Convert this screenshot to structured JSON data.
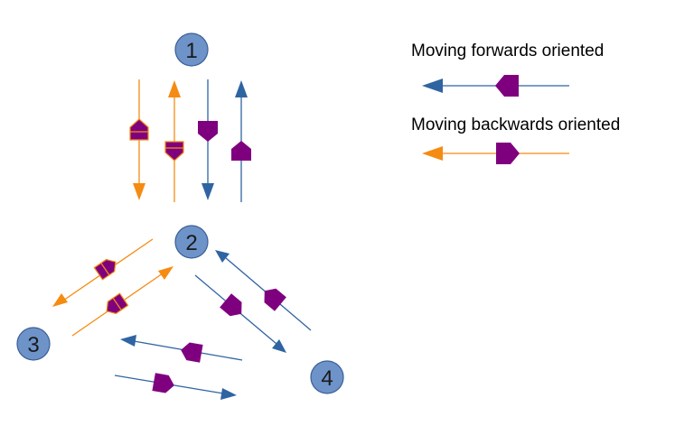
{
  "colors": {
    "node_fill": "#6d93c9",
    "node_stroke": "#3b5f96",
    "blue_arrow": "#2f64a2",
    "orange_arrow": "#f58b12",
    "marker": "#7f007f"
  },
  "nodes": [
    {
      "label": "1"
    },
    {
      "label": "2"
    },
    {
      "label": "3"
    },
    {
      "label": "4"
    }
  ],
  "legend": [
    {
      "label": "Moving forwards oriented",
      "line_color": "blue",
      "direction": "left",
      "marker": "pointing-left"
    },
    {
      "label": "Moving backwards oriented",
      "line_color": "orange",
      "direction": "left",
      "marker": "pointing-right"
    }
  ]
}
